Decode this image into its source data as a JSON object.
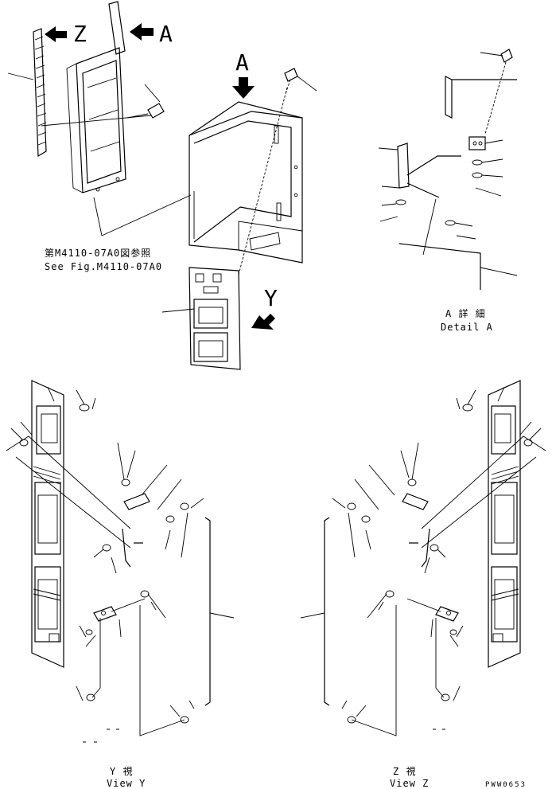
{
  "labels": {
    "z": "Z",
    "a_top": "A",
    "a_view": "A",
    "y": "Y"
  },
  "reference": {
    "jp": "第M4110-07A0図参照",
    "en": "See Fig.M4110-07A0"
  },
  "detail_a": {
    "jp": "A 詳 細",
    "en": "Detail A"
  },
  "view_y": {
    "jp": "Y  視",
    "en": "View Y"
  },
  "view_z": {
    "jp": "Z  視",
    "en": "View Z"
  },
  "drawing_number": "PWW0653",
  "colors": {
    "ink": "#000000",
    "paper": "#ffffff"
  },
  "icons": [
    "arrow-left-icon",
    "arrow-down-icon",
    "arrow-down-left-icon"
  ]
}
